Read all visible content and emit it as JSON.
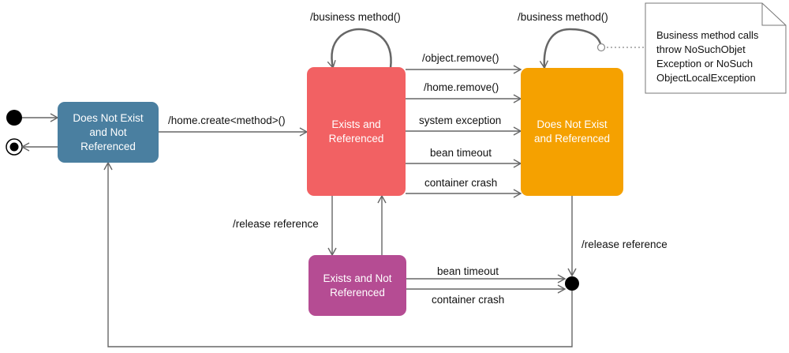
{
  "states": {
    "not_exist_not_ref": {
      "label": "Does Not Exist\nand Not\nReferenced",
      "color": "#4a7fa0"
    },
    "exists_ref": {
      "label": "Exists and\nReferenced",
      "color": "#f26163"
    },
    "not_exist_ref": {
      "label": "Does Not Exist\nand Referenced",
      "color": "#f5a100"
    },
    "exists_not_ref": {
      "label": "Exists and Not\nReferenced",
      "color": "#b54c93"
    }
  },
  "transitions": {
    "create": "/home.create<method>()",
    "business_method_1": "/business method()",
    "business_method_2": "/business method()",
    "object_remove": "/object.remove()",
    "home_remove": "/home.remove()",
    "system_exception": "system exception",
    "bean_timeout_1": "bean timeout",
    "container_crash_1": "container crash",
    "release_ref_1": "/release reference",
    "release_ref_2": "/release reference",
    "bean_timeout_2": "bean timeout",
    "container_crash_2": "container crash"
  },
  "note": {
    "text": "Business method calls\nthrow NoSuchObjet\nException or NoSuch\nObjectLocalException"
  }
}
